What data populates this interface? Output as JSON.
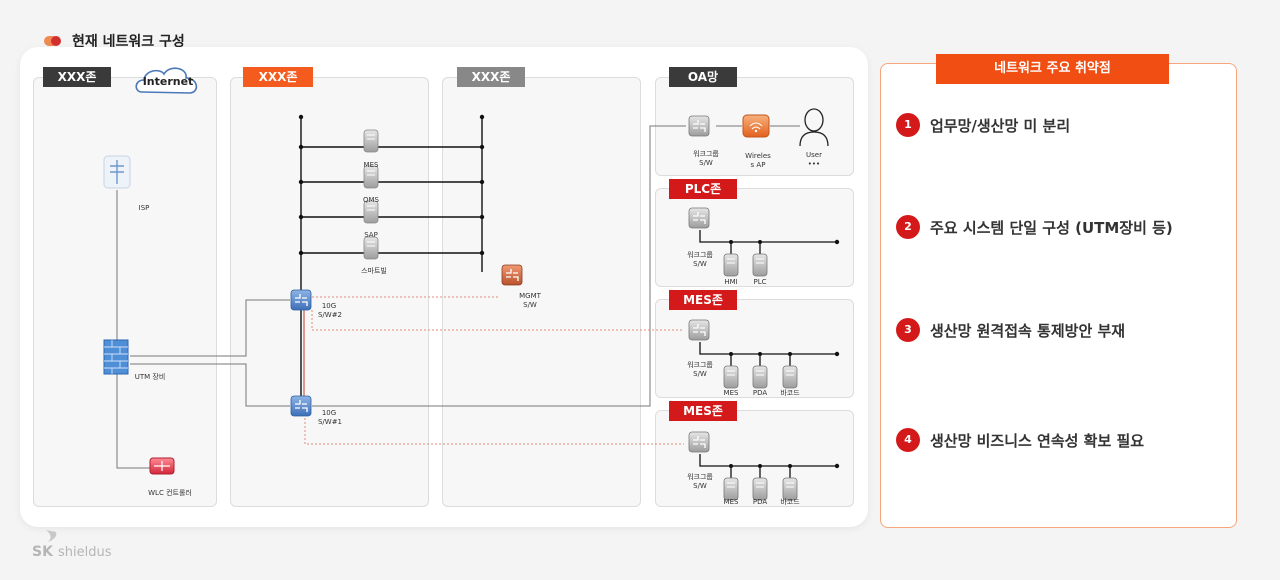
{
  "page": {
    "title": "현재 네트워크 구성"
  },
  "zones": {
    "zone1": "XXX존",
    "zone2": "XXX존",
    "zone3": "XXX존",
    "oa": "OA망",
    "plc": "PLC존",
    "mes1": "MES존",
    "mes2": "MES존"
  },
  "nodes": {
    "internet": "Internet",
    "isp": "ISP",
    "utm": "UTM 장비",
    "wlc": "WLC 컨트롤러",
    "mes": "MES",
    "qms": "QMS",
    "sap": "SAP",
    "smart": "스마트빌",
    "sw2_a": "10G",
    "sw2_b": "S/W#2",
    "sw1_a": "10G",
    "sw1_b": "S/W#1",
    "mgmt_a": "MGMT",
    "mgmt_b": "S/W",
    "wg_a": "워크그룹",
    "wg_b": "S/W",
    "ap_a": "Wireles",
    "ap_b": "s AP",
    "user": "User",
    "user_dots": "•••",
    "hmi": "HMI",
    "plc": "PLC",
    "pda": "PDA",
    "barcode": "바코드"
  },
  "vulnerabilities": {
    "title": "네트워크 주요 취약점",
    "items": [
      {
        "num": "1",
        "text": "업무망/생산망 미 분리"
      },
      {
        "num": "2",
        "text": "주요 시스템 단일 구성 (UTM장비 등)"
      },
      {
        "num": "3",
        "text": "생산망 원격접속 통제방안 부재"
      },
      {
        "num": "4",
        "text": "생산망 비즈니스 연속성 확보 필요"
      }
    ]
  },
  "brand": {
    "sk": "SK",
    "name": "shieldus"
  },
  "colors": {
    "accent_orange": "#f35b1f",
    "accent_red": "#d31919",
    "switch_blue": "#4d82c9",
    "dotted_link": "#e28b7a"
  }
}
